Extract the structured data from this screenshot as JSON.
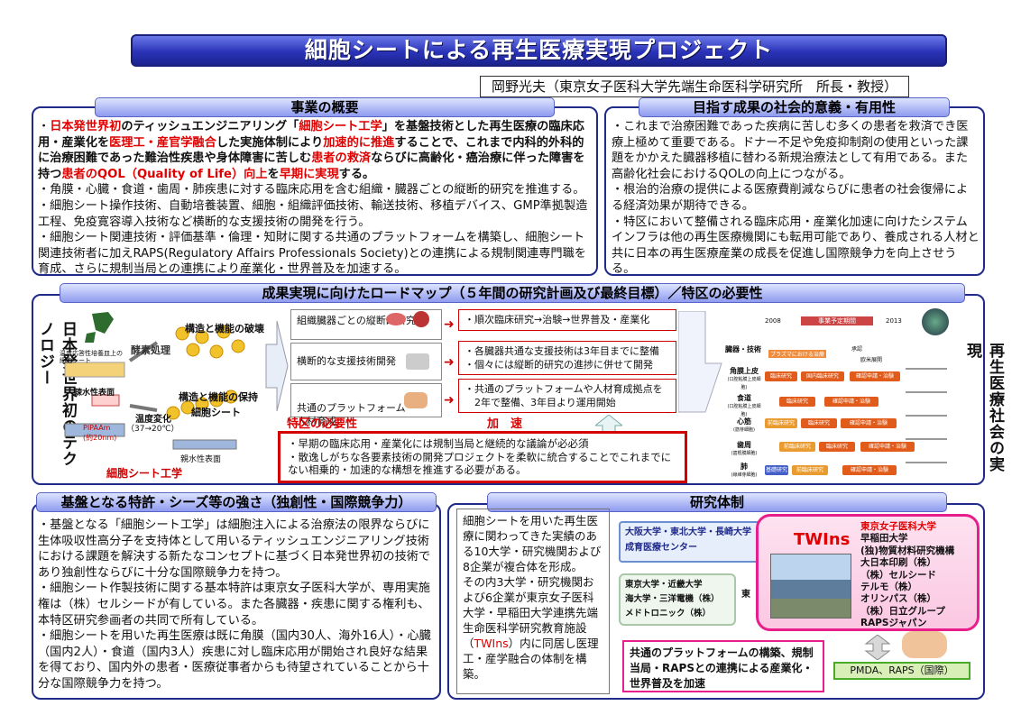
{
  "title": "細胞シートによる再生医療実現プロジェクト",
  "author": "岡野光夫（東京女子医科大学先端生命医科学研究所　所長・教授）",
  "overview": {
    "heading": "事業の概要",
    "p1_a": "日本発世界初",
    "p1_b": "のティッシュエンジニアリング「",
    "p1_c": "細胞シート工学",
    "p1_d": "」を基盤技術とした再生医療の臨床応用・産業化を",
    "p1_e": "医理工・産官学融合",
    "p1_f": "した実施体制により",
    "p1_g": "加速的に推進",
    "p1_h": "することで、これまで内科的外科的に治療困難であった難治性疾患や身体障害に苦しむ",
    "p1_i": "患者の救済",
    "p1_j": "ならびに高齢化・癌治療に伴った障害を持つ",
    "p1_k": "患者のQOL（Quality of Life）向上",
    "p1_l": "を",
    "p1_m": "早期に実現",
    "p1_n": "する。",
    "p2": "・角膜・心臓・食道・歯周・肺疾患に対する臨床応用を含む組織・臓器ごとの縦断的研究を推進する。",
    "p3": "・細胞シート操作技術、自動培養装置、細胞・組織評価技術、輸送技術、移植デバイス、GMP準拠製造工程、免疫寛容導入技術など横断的な支援技術の開発を行う。",
    "p4": "・細胞シート関連技術・評価基準・倫理・知財に関する共通のプラットフォームを構築し、細胞シート関連技術者に加えRAPS(Regulatory Affairs Professionals Society)との連携による規制関連専門職を育成、さらに規制当局との連携により産業化・世界普及を加速する。"
  },
  "significance": {
    "heading": "目指す成果の社会的意義・有用性",
    "items": [
      "・これまで治療困難であった疾病に苦しむ多くの患者を救済でき医療上極めて重要である。ドナー不足や免疫抑制剤の使用といった課題をかかえた臓器移植に替わる新規治療法として有用である。また高齢化社会におけるQOLの向上につながる。",
      "・根治的治療の提供による医療費削減ならびに患者の社会復帰による経済効果が期待できる。",
      "・特区において整備される臨床応用・産業化加速に向けたシステムインフラは他の再生医療機関にも転用可能であり、養成される人材と共に日本の再生医療産業の成長を促進し国際競争力を向上させうる。"
    ]
  },
  "roadmap": {
    "heading": "成果実現に向けたロードマップ（５年間の研究計画及び最終目標）／特区の必要性",
    "left_vertical": "日本発世界初のテクノロジー",
    "right_vertical": "再生医療社会の実現",
    "diagram": {
      "label_destroy": "構造と機能の破壊",
      "label_enzyme": "酵素処理",
      "label_keep": "構造と機能の保持",
      "label_sheet": "細胞シート",
      "label_temp": "温度変化",
      "label_temp_range": "（37→20℃）",
      "label_pipaam": "PIPAAm",
      "label_pipaam_nm": "(約20nm)",
      "label_hydrophobic": "疎水性表面",
      "label_hydrophilic": "親水性表面",
      "label_dish": "温度応答性培養皿上の細胞シート",
      "caption": "細胞シート工学"
    },
    "rows": [
      {
        "label": "組織臓器ごとの縦断的研究",
        "result": "・順次臨床研究→治験→世界普及・産業化"
      },
      {
        "label": "横断的な支援技術開発",
        "result": "・各臓器共通な支援技術は3年目までに整備\n・個々には縦断的研究の進捗に併せて開発"
      },
      {
        "label": "共通のプラットフォーム\n人材育成",
        "result": "・共通のプラットフォームや人材育成拠点を\n　2年で整備、3年目より運用開始"
      }
    ],
    "special_zone_label": "特区の必要性",
    "accel_label": "加　速",
    "special_zone_items": [
      "・早期の臨床応用・産業化には規制当局と継続的な議論が必必須",
      "・散逸しがちな各要素技術の開発プロジェクトを柔軟に統合することでこれまでにない相乗的・加速的な構想を推進する必要がある。"
    ],
    "timeline": {
      "years": [
        "2008",
        "2013"
      ],
      "header": "事業予定期間",
      "rows": [
        "臓器・技術",
        "角膜上皮",
        "食道",
        "心筋",
        "歯周",
        "肺"
      ],
      "row_notes": [
        "",
        "(口腔粘膜上皮細胞)",
        "(口腔粘膜上皮細胞)",
        "(筋芽細胞)",
        "(歯根膜細胞)",
        "(線維芽細胞)"
      ],
      "top_band": "プラズマにおける治療",
      "top_band2": "承認",
      "top_band3": "欧米展開",
      "phases": [
        "臨床研究",
        "国内臨床研究",
        "確認申請・治験",
        "臨床研究",
        "確認申請・治験",
        "前臨床研究",
        "臨床研究",
        "確認申請・治験",
        "前臨床研究",
        "臨床研究",
        "確認申請・治験",
        "基礎研究",
        "前臨床研究",
        "確認申請・治験"
      ]
    }
  },
  "strengths": {
    "heading": "基盤となる特許・シーズ等の強さ（独創性・国際競争力）",
    "items": [
      "・基盤となる「細胞シート工学」は細胞注入による治療法の限界ならびに生体吸収性高分子を支持体として用いるティッシュエンジニアリング技術における課題を解決する新たなコンセプトに基づく日本発世界初の技術であり独創性ならびに十分な国際競争力を持つ。",
      "・細胞シート作製技術に関する基本特許は東京女子医科大学が、専用実施権は（株）セルシードが有している。また各臓器・疾患に関する権利も、本特区研究参画者の共同で所有している。",
      "・細胞シートを用いた再生医療は既に角膜（国内30人、海外16人）・心臓（国内2人）・食道（国内3人）疾患に対し臨床応用が開始され良好な結果を得ており、国内外の患者・医療従事者からも待望されていることから十分な国際競争力を持つ。"
    ]
  },
  "research": {
    "heading": "研究体制",
    "desc_a": "細胞シートを用いた再生医療に関わってきた実績のある10大学・研究機関および8企業が複合体を形成。",
    "desc_b": "その内3大学・研究機関および6企業が東京女子医科大学・早稲田大学連携先端生命医科学研究教育施設（",
    "desc_twins": "TWIns",
    "desc_c": "）内に同居し医理工・産学融合の体制を構築。",
    "box1": [
      "大阪大学・東北大学・長崎大学",
      "成育医療センター"
    ],
    "box2": [
      "東京大学・近畿大学",
      "海大学・三洋電機（株）",
      "メドトロニック（株）"
    ],
    "twins_label": "TWIns",
    "members": [
      "東京女子医科大学",
      "早稲田大学",
      "(独)物質材料研究機構",
      "大日本印刷（株）",
      "（株）セルシード",
      "テルモ（株）",
      "オリンパス（株）",
      "（株）日立グループ",
      "RAPSジャパン"
    ],
    "connector": "東",
    "bottom": "共通のプラットフォームの構築、規制当局・RAPSとの連携による産業化・世界普及を加速",
    "pmda": "PMDA、RAPS（国際）"
  },
  "colors": {
    "accent": "#1f2a8a",
    "red": "#e00000",
    "orange": "#e15b1a",
    "pink": "#e81e8c"
  }
}
